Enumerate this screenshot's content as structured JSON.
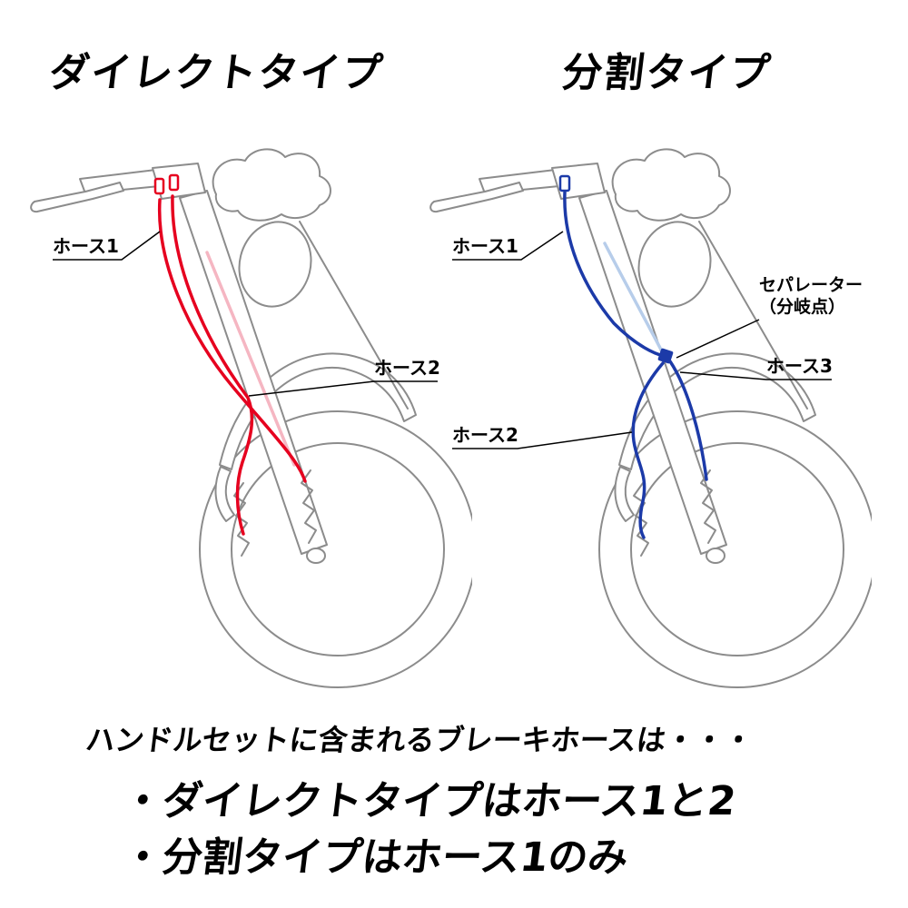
{
  "titles": {
    "direct": "ダイレクトタイプ",
    "split": "分割タイプ"
  },
  "labels": {
    "direct": {
      "hose1": "ホース1",
      "hose2": "ホース2"
    },
    "split": {
      "hose1": "ホース1",
      "separator1": "セパレーター",
      "separator2": "（分岐点）",
      "hose3": "ホース3",
      "hose2": "ホース2"
    }
  },
  "footer": {
    "intro": "ハンドルセットに含まれるブレーキホースは・・・",
    "bullets": [
      "・ダイレクトタイプはホース1と2",
      "・分割タイプはホース1のみ"
    ]
  },
  "colors": {
    "direct_hose": "#e6001f",
    "direct_hose_faint": "#f5b6c2",
    "split_hose": "#1c3aa8",
    "split_hose_faint": "#b7cdea",
    "outline": "#8c8c8c",
    "text": "#000000"
  }
}
